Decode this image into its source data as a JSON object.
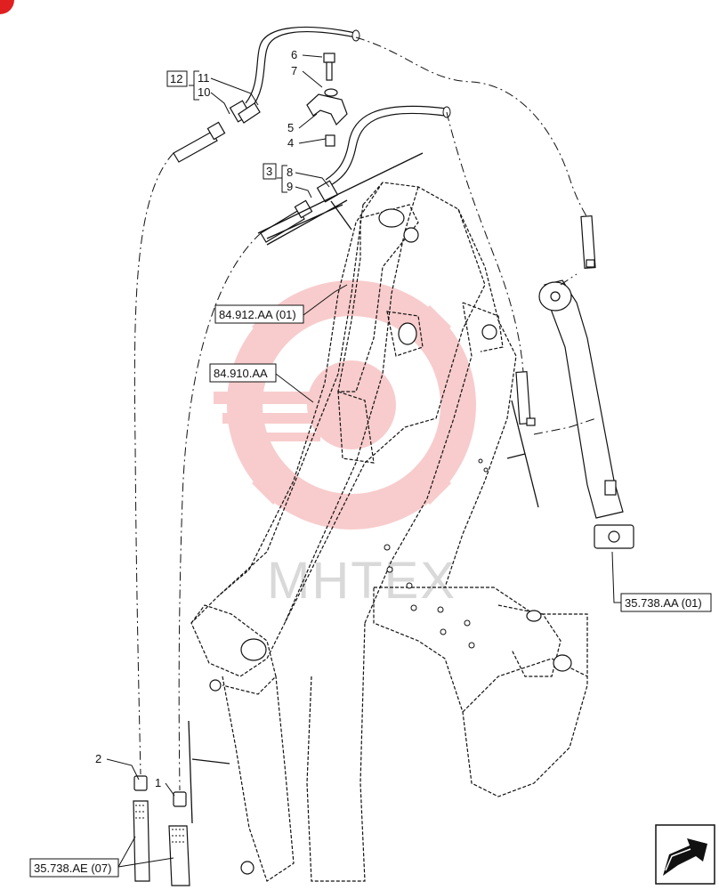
{
  "callouts": {
    "c1": "1",
    "c2": "2",
    "c3": "3",
    "c4": "4",
    "c5": "5",
    "c6": "6",
    "c7": "7",
    "c8": "8",
    "c9": "9",
    "c10": "10",
    "c11": "11",
    "c12": "12"
  },
  "references": {
    "r1": "84.912.AA (01)",
    "r2": "84.910.AA",
    "r3": "35.738.AA (01)",
    "r4": "35.738.AE (07)"
  },
  "watermark": {
    "text": "МНТЕХ"
  },
  "colors": {
    "line": "#111111",
    "watermark": "#f4a3a3",
    "corner": "#e02020"
  },
  "icons": {
    "nav": "forward-arrow-icon"
  }
}
